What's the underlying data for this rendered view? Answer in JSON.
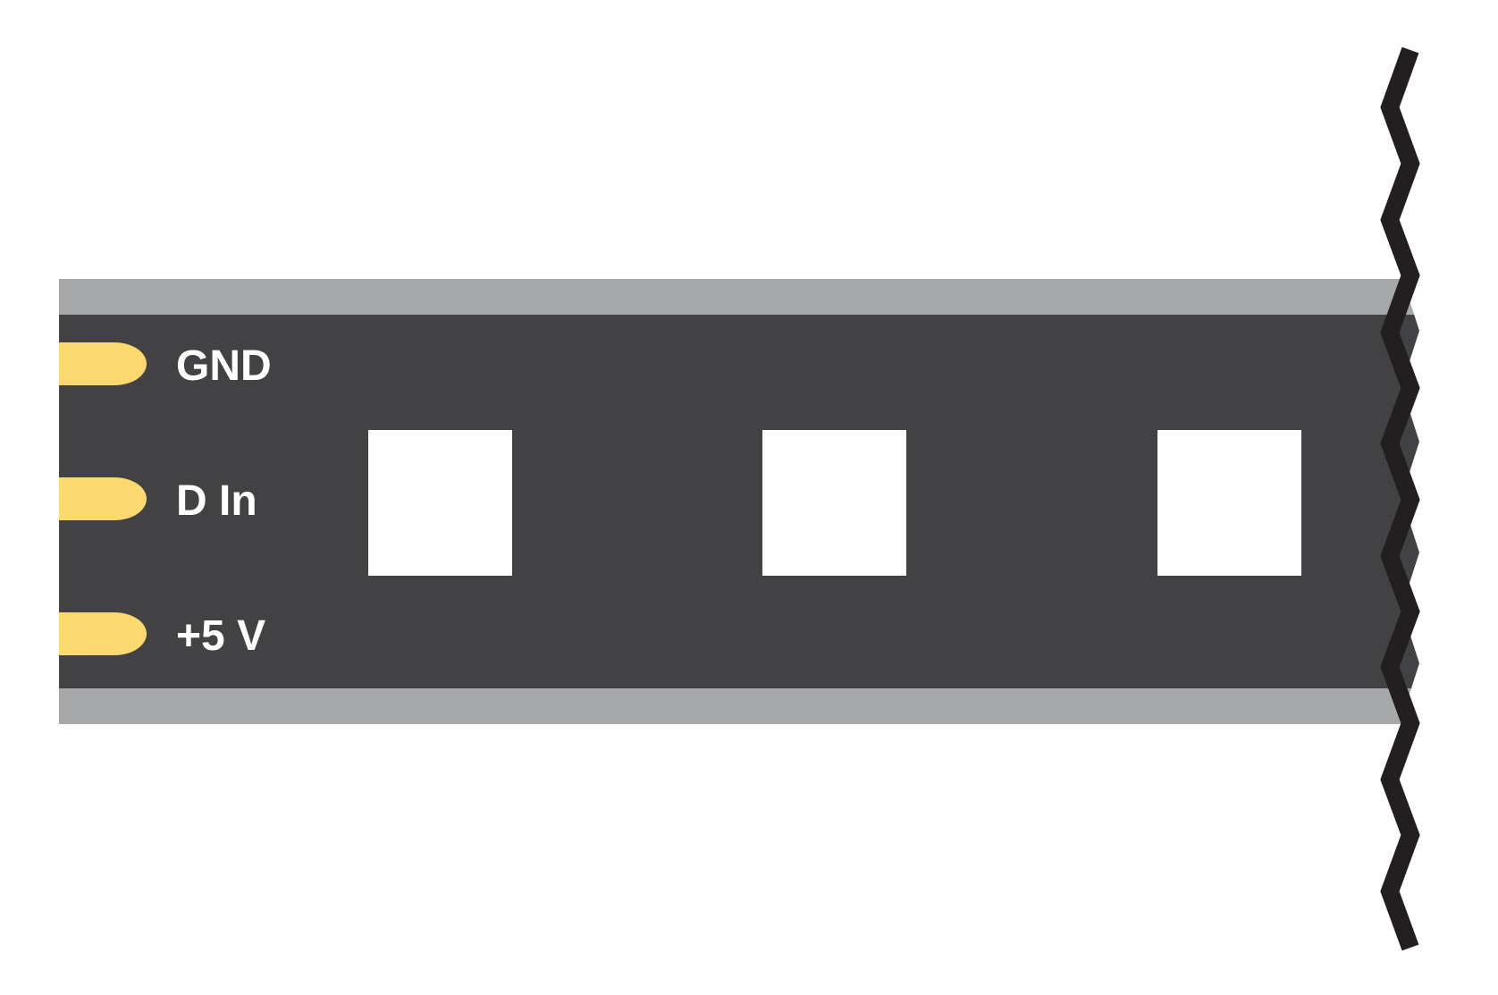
{
  "strip": {
    "colors": {
      "background": "#ffffff",
      "edge": "#a7a8aa",
      "board": "#424244",
      "pad": "#fcd96f",
      "led": "#ffffff",
      "cut_line": "#231f20",
      "label": "#ffffff"
    },
    "pins": [
      {
        "label": "GND"
      },
      {
        "label": "D In"
      },
      {
        "label": "+5 V"
      }
    ],
    "leds": [
      "led-1",
      "led-2",
      "led-3"
    ]
  }
}
